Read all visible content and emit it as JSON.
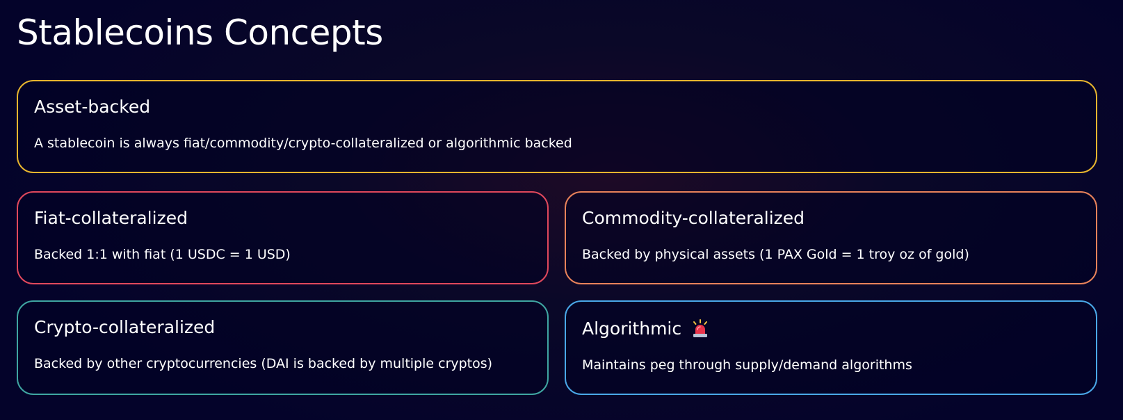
{
  "page": {
    "title": "Stablecoins Concepts"
  },
  "cards": [
    {
      "title": "Asset-backed",
      "description": "A stablecoin is always fiat/commodity/crypto-collateralized or algorithmic backed",
      "border_color": "#e7b52e"
    },
    {
      "title": "Fiat-collateralized",
      "description": "Backed 1:1 with fiat (1 USDC = 1 USD)",
      "border_color": "#e0485c"
    },
    {
      "title": "Commodity-collateralized",
      "description": "Backed by physical assets (1 PAX Gold = 1 troy oz of gold)",
      "border_color": "#e8825a"
    },
    {
      "title": "Crypto-collateralized",
      "description": "Backed by other cryptocurrencies (DAI is backed by multiple cryptos)",
      "border_color": "#3fa6a2"
    },
    {
      "title": "Algorithmic",
      "description": "Maintains peg through supply/demand algorithms",
      "border_color": "#4aa8e8",
      "icon": "siren-icon"
    }
  ],
  "colors": {
    "background": "#04032a",
    "text": "#ffffff"
  }
}
